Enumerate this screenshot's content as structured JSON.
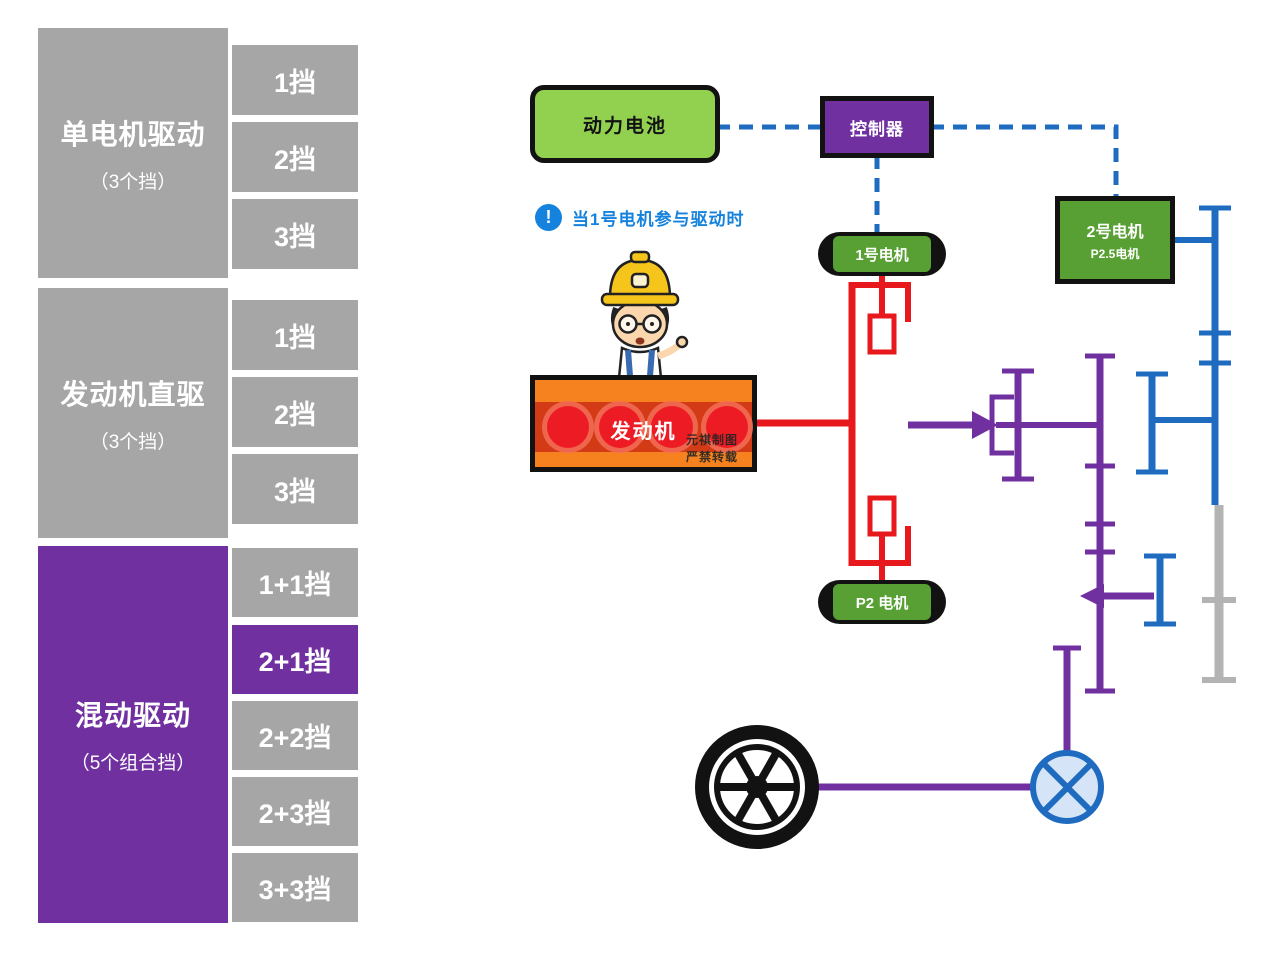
{
  "legend": {
    "groups": [
      {
        "title": "单电机驱动",
        "subtitle": "（3个挡）",
        "gears": [
          "1挡",
          "2挡",
          "3挡"
        ]
      },
      {
        "title": "发动机直驱",
        "subtitle": "（3个挡）",
        "gears": [
          "1挡",
          "2挡",
          "3挡"
        ]
      },
      {
        "title": "混动驱动",
        "subtitle": "（5个组合挡）",
        "gears": [
          "1+1挡",
          "2+1挡",
          "2+2挡",
          "2+3挡",
          "3+3挡"
        ],
        "highlighted_gear": "2+1挡"
      }
    ]
  },
  "diagram": {
    "battery_label": "动力电池",
    "controller_label": "控制器",
    "motor2_label": "2号电机",
    "motor2_sublabel": "P2.5电机",
    "motor1_label": "1号电机",
    "p2_motor_label": "P2 电机",
    "engine_label": "发动机",
    "note_icon_glyph": "!",
    "note_text": "当1号电机参与驱动时",
    "watermark_line1": "元祺制图",
    "watermark_line2": "严禁转载"
  },
  "colors": {
    "legend_gray": "#a6a6a6",
    "accent_purple": "#7030a0",
    "battery_green": "#92d050",
    "motor_green": "#58a033",
    "line_blue": "#1e6bc0",
    "engine_red": "#e8191c",
    "engine_orange": "#f5821f",
    "note_blue": "#1583dd",
    "shaft_gray": "#b3b3b3"
  }
}
